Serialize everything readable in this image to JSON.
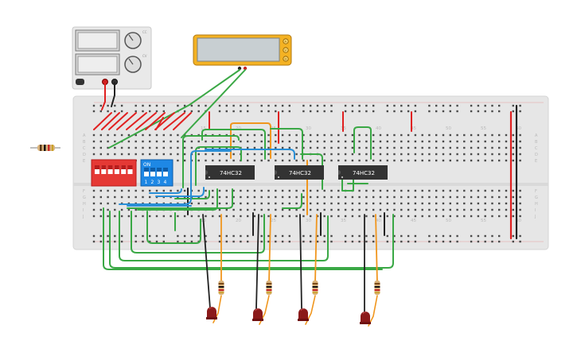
{
  "breadboard": {
    "column_numbers": [
      "15",
      "20",
      "25",
      "30",
      "35",
      "40",
      "45",
      "50",
      "55",
      "60"
    ],
    "row_letters_top": [
      "A",
      "B",
      "C",
      "D",
      "E"
    ],
    "row_letters_bottom": [
      "F",
      "G",
      "H",
      "I",
      "J"
    ]
  },
  "chips": [
    {
      "label": "74HC32"
    },
    {
      "label": "74HC32"
    },
    {
      "label": "74HC32"
    }
  ],
  "dip_switch": {
    "on_label": "ON",
    "switch_numbers": [
      "1",
      "2",
      "3",
      "4"
    ]
  },
  "power_supply": {
    "knob_labels": [
      "CC",
      "CV"
    ]
  },
  "multimeter": {
    "mode_labels": [
      "A",
      "V",
      "Ω"
    ]
  },
  "colors": {
    "wire_green": "#3aa845",
    "wire_orange": "#f0961e",
    "wire_blue": "#2a8fd6",
    "wire_red": "#e02020",
    "wire_black": "#222222",
    "board": "#e6e6e6",
    "chip": "#333333",
    "dip_red": "#e53935",
    "dip_blue": "#1e88e5",
    "meter_body": "#f4b223"
  }
}
